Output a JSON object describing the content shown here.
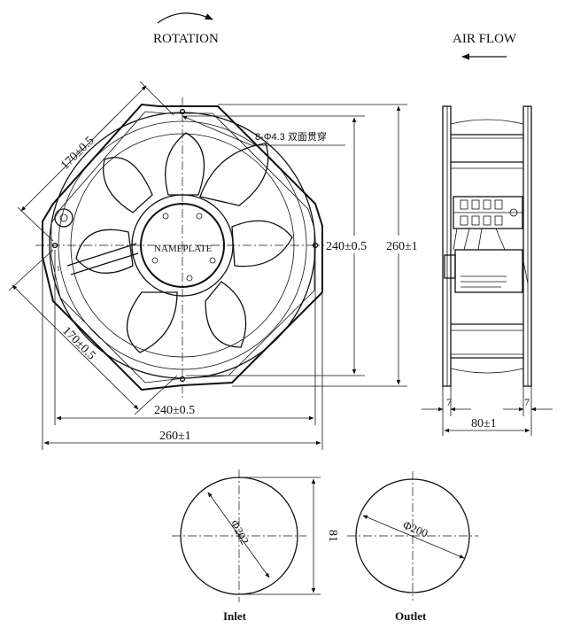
{
  "labels": {
    "rotation": "ROTATION",
    "air_flow": "AIR FLOW",
    "holes_note": "8-Φ4.3 双面贯穿",
    "nameplate": "NAMEPLATE",
    "diag_170_top": "170±0.5",
    "diag_170_bottom": "170±0.5",
    "dim_240_vertical": "240±0.5",
    "dim_260_vertical": "260±1",
    "dim_240_horizontal": "240±0.5",
    "dim_260_horizontal": "260±1",
    "side_flange_left": "7",
    "side_flange_right": "7",
    "side_depth": "80±1",
    "inlet_diameter": "Φ202",
    "outlet_diameter": "Φ200",
    "inlet_outlet_height": "81",
    "inlet_caption": "Inlet",
    "outlet_caption": "Outlet"
  }
}
